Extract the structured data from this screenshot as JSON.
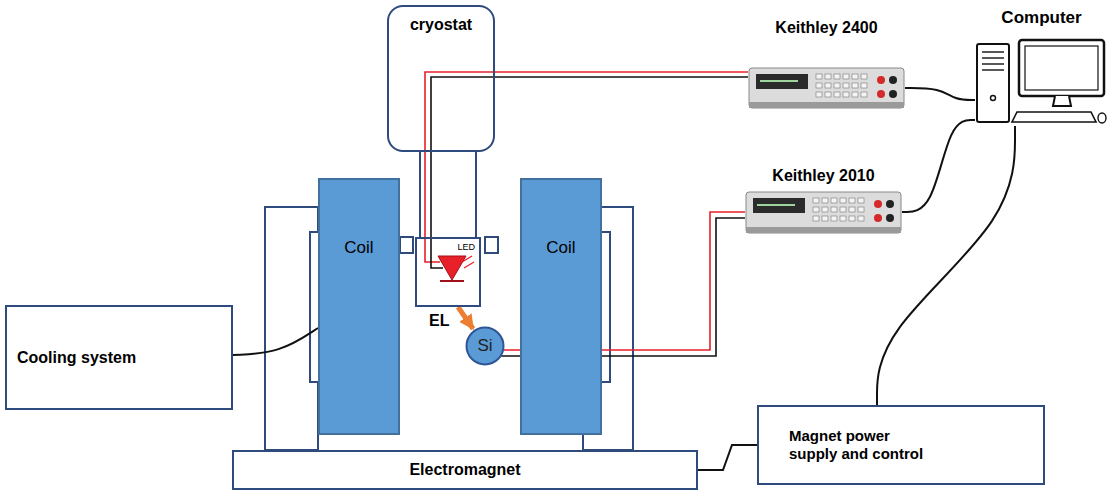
{
  "diagram": {
    "nodes": [
      {
        "text": [
          "cryostat"
        ]
      },
      {
        "text": [
          "Keithley 2400"
        ]
      },
      {
        "text": [
          "Computer"
        ]
      },
      {
        "text": [
          "Keithley 2010"
        ]
      },
      {
        "text": [
          "Coil"
        ]
      },
      {
        "text": [
          "LED"
        ]
      },
      {
        "text": [
          "Coil"
        ]
      },
      {
        "text": [
          "Si"
        ]
      },
      {
        "text": [
          "Cooling system"
        ]
      },
      {
        "text": [
          "Magnet power supply and control"
        ]
      },
      {
        "text": [
          "Electromagnet"
        ]
      }
    ],
    "edges": [
      {
        "from": 0,
        "to": 1,
        "arrow": "none"
      },
      {
        "from": 1,
        "to": 2,
        "arrow": "none"
      },
      {
        "from": 3,
        "to": 2,
        "arrow": "none"
      },
      {
        "from": 7,
        "to": 3,
        "arrow": "none"
      },
      {
        "from": 5,
        "to": 7,
        "label": "EL",
        "arrow": "to"
      },
      {
        "from": 8,
        "to": 4,
        "arrow": "none"
      },
      {
        "from": 10,
        "to": 9,
        "arrow": "none"
      },
      {
        "from": 9,
        "to": 2,
        "arrow": "none"
      }
    ]
  }
}
